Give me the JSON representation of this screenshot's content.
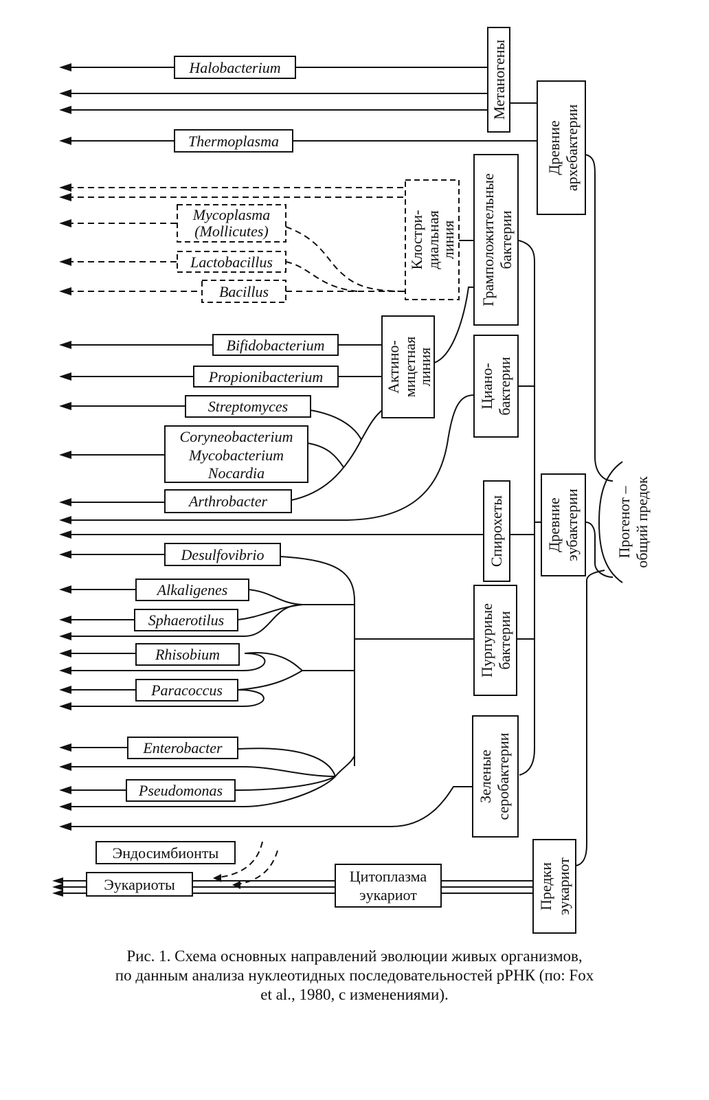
{
  "genera": {
    "halobacterium": "Halobacterium",
    "thermoplasma": "Thermoplasma",
    "mycoplasma_1": "Mycoplasma",
    "mycoplasma_2": "(Mollicutes)",
    "lactobacillus": "Lactobacillus",
    "bacillus": "Bacillus",
    "bifidobacterium": "Bifidobacterium",
    "propionibacterium": "Propionibacterium",
    "streptomyces": "Streptomyces",
    "coryneobacterium": "Coryneobacterium",
    "mycobacterium": "Mycobacterium",
    "nocardia": "Nocardia",
    "arthrobacter": "Arthrobacter",
    "desulfovibrio": "Desulfovibrio",
    "alkaligenes": "Alkaligenes",
    "sphaerotilus": "Sphaerotilus",
    "rhisobium": "Rhisobium",
    "paracoccus": "Paracoccus",
    "enterobacter": "Enterobacter",
    "pseudomonas": "Pseudomonas",
    "endosymbionts": "Эндосимбионты",
    "eukaryotes": "Эукариоты",
    "cytoplasm_1": "Цитоплазма",
    "cytoplasm_2": "эукариот"
  },
  "groups": {
    "methanogens": "Метаногены",
    "ancient_archaea_1": "Древние",
    "ancient_archaea_2": "архебактерии",
    "clostridial_1": "Клостри-",
    "clostridial_2": "диальная",
    "clostridial_3": "линия",
    "gram_positive_1": "Грамположительные",
    "gram_positive_2": "бактерии",
    "actinomycete_1": "Актино-",
    "actinomycete_2": "мицетная",
    "actinomycete_3": "линия",
    "cyanobacteria_1": "Циано-",
    "cyanobacteria_2": "бактерии",
    "spirochetes": "Спирохеты",
    "ancient_eubacteria_1": "Древние",
    "ancient_eubacteria_2": "эубактерии",
    "purple_bacteria_1": "Пурпуриые",
    "purple_bacteria_2": "бактерии",
    "green_sulfur_1": "Зеленые",
    "green_sulfur_2": "серобактерии",
    "eukaryote_ancestors_1": "Предки",
    "eukaryote_ancestors_2": "эукариот",
    "progenote_1": "Прогенот –",
    "progenote_2": "общий предок"
  },
  "caption": {
    "line1": "Рис. 1. Схема основных направлений эволюции живых организмов,",
    "line2": "по данным анализа нуклеотидных последовательностей рРНК (по: Fox",
    "line3": "et al., 1980, с изменениями)."
  },
  "colors": {
    "ink": "#111111",
    "paper": "#ffffff"
  }
}
